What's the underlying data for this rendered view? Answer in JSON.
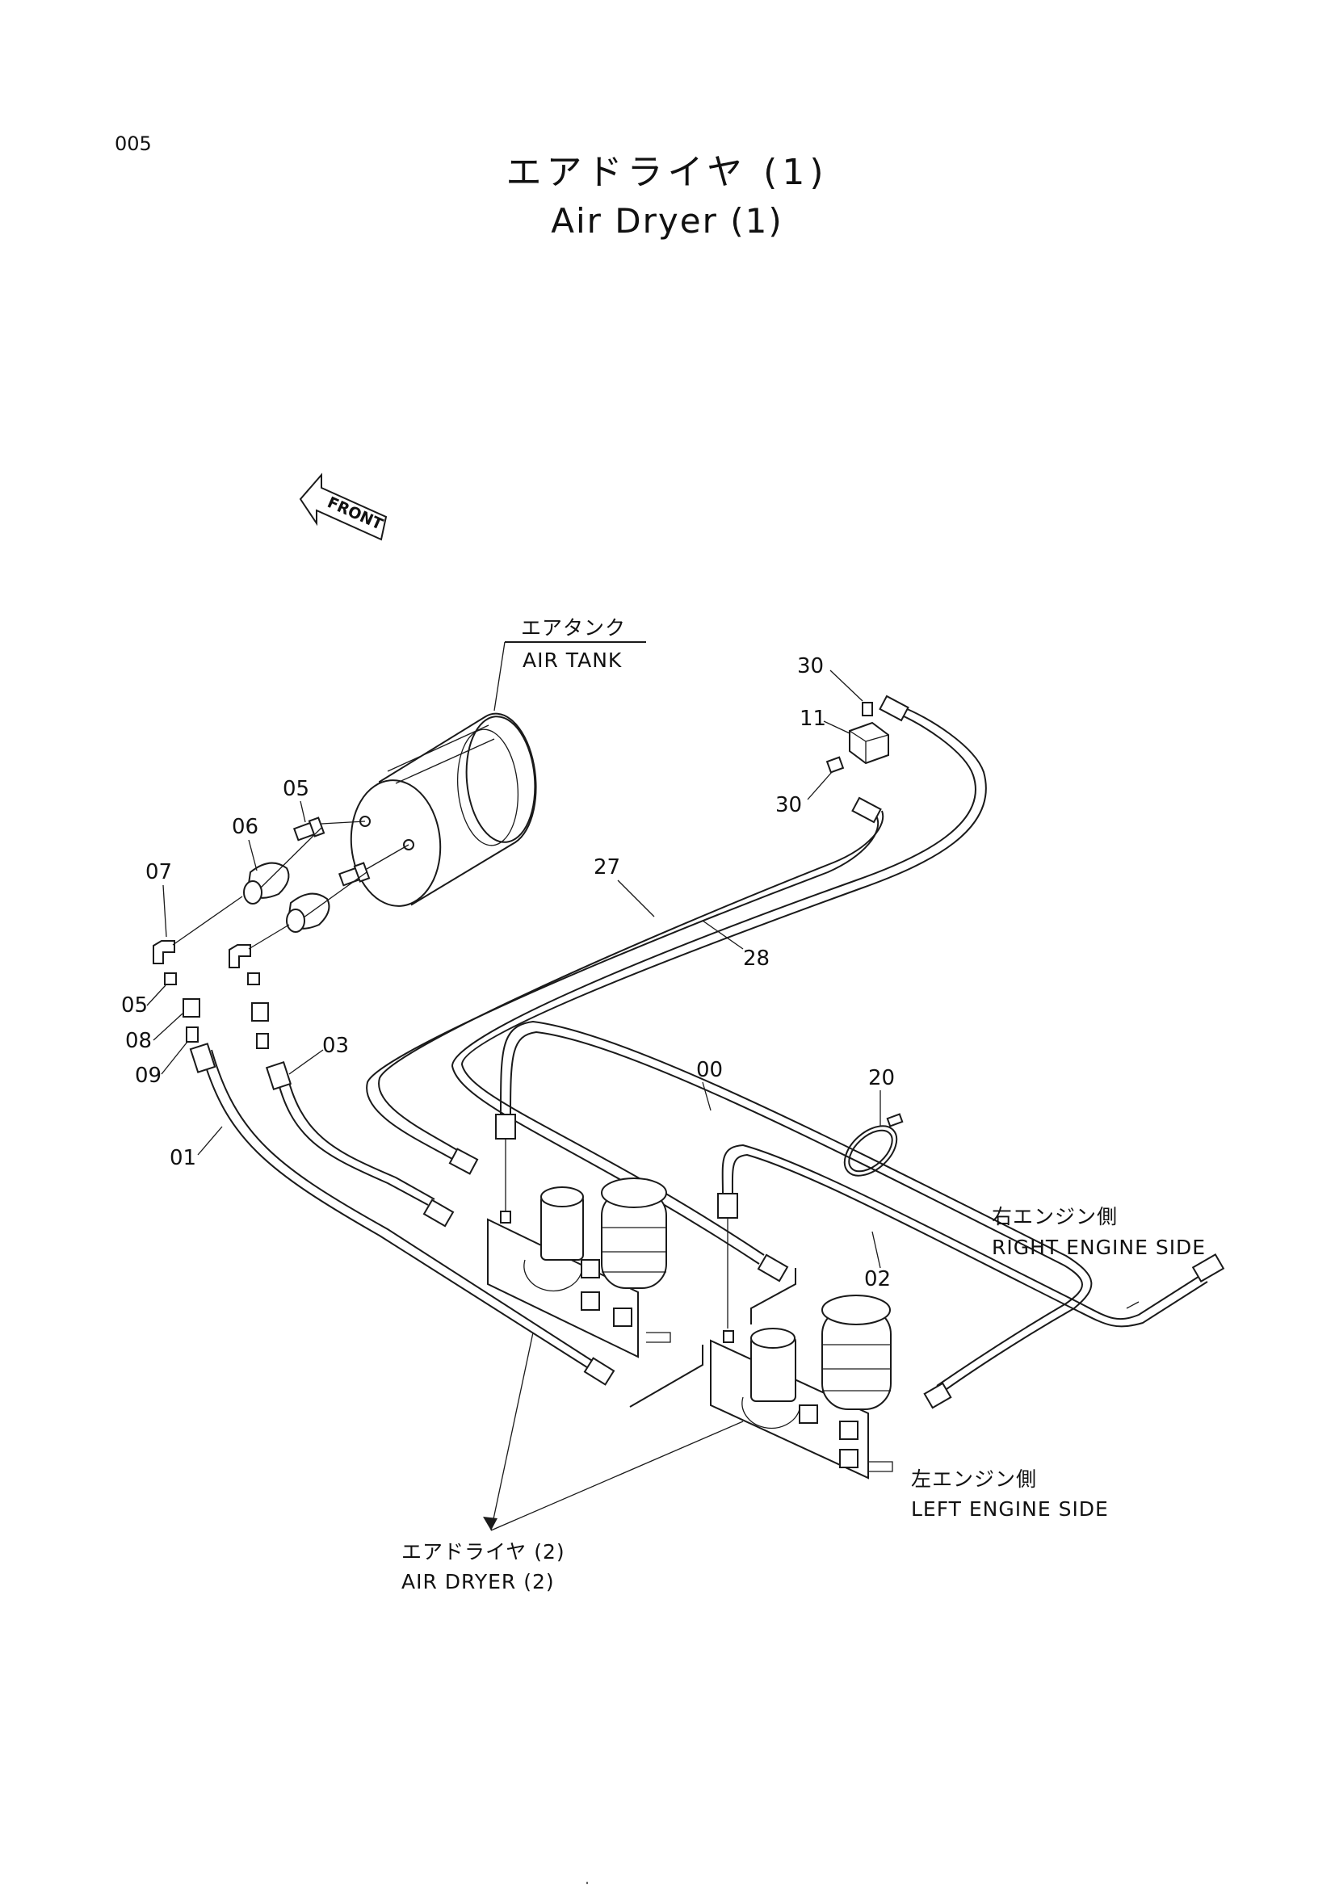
{
  "page_number": "005",
  "title": {
    "jp": "エアドライヤ (1)",
    "en": "Air Dryer (1)"
  },
  "front_marker": "FRONT",
  "labels": {
    "air_tank_jp": "エアタンク",
    "air_tank_en": "AIR TANK",
    "right_side_jp": "右エンジン側",
    "right_side_en": "RIGHT ENGINE SIDE",
    "left_side_jp": "左エンジン側",
    "left_side_en": "LEFT ENGINE SIDE",
    "air_dryer_jp": "エアドライヤ (2)",
    "air_dryer_en": "AIR DRYER (2)"
  },
  "callouts": {
    "p30a": "30",
    "p11": "11",
    "p30b": "30",
    "p05a": "05",
    "p06": "06",
    "p07": "07",
    "p27": "27",
    "p28": "28",
    "p05b": "05",
    "p08": "08",
    "p09": "09",
    "p03": "03",
    "p00": "00",
    "p20": "20",
    "p01": "01",
    "p02": "02"
  }
}
